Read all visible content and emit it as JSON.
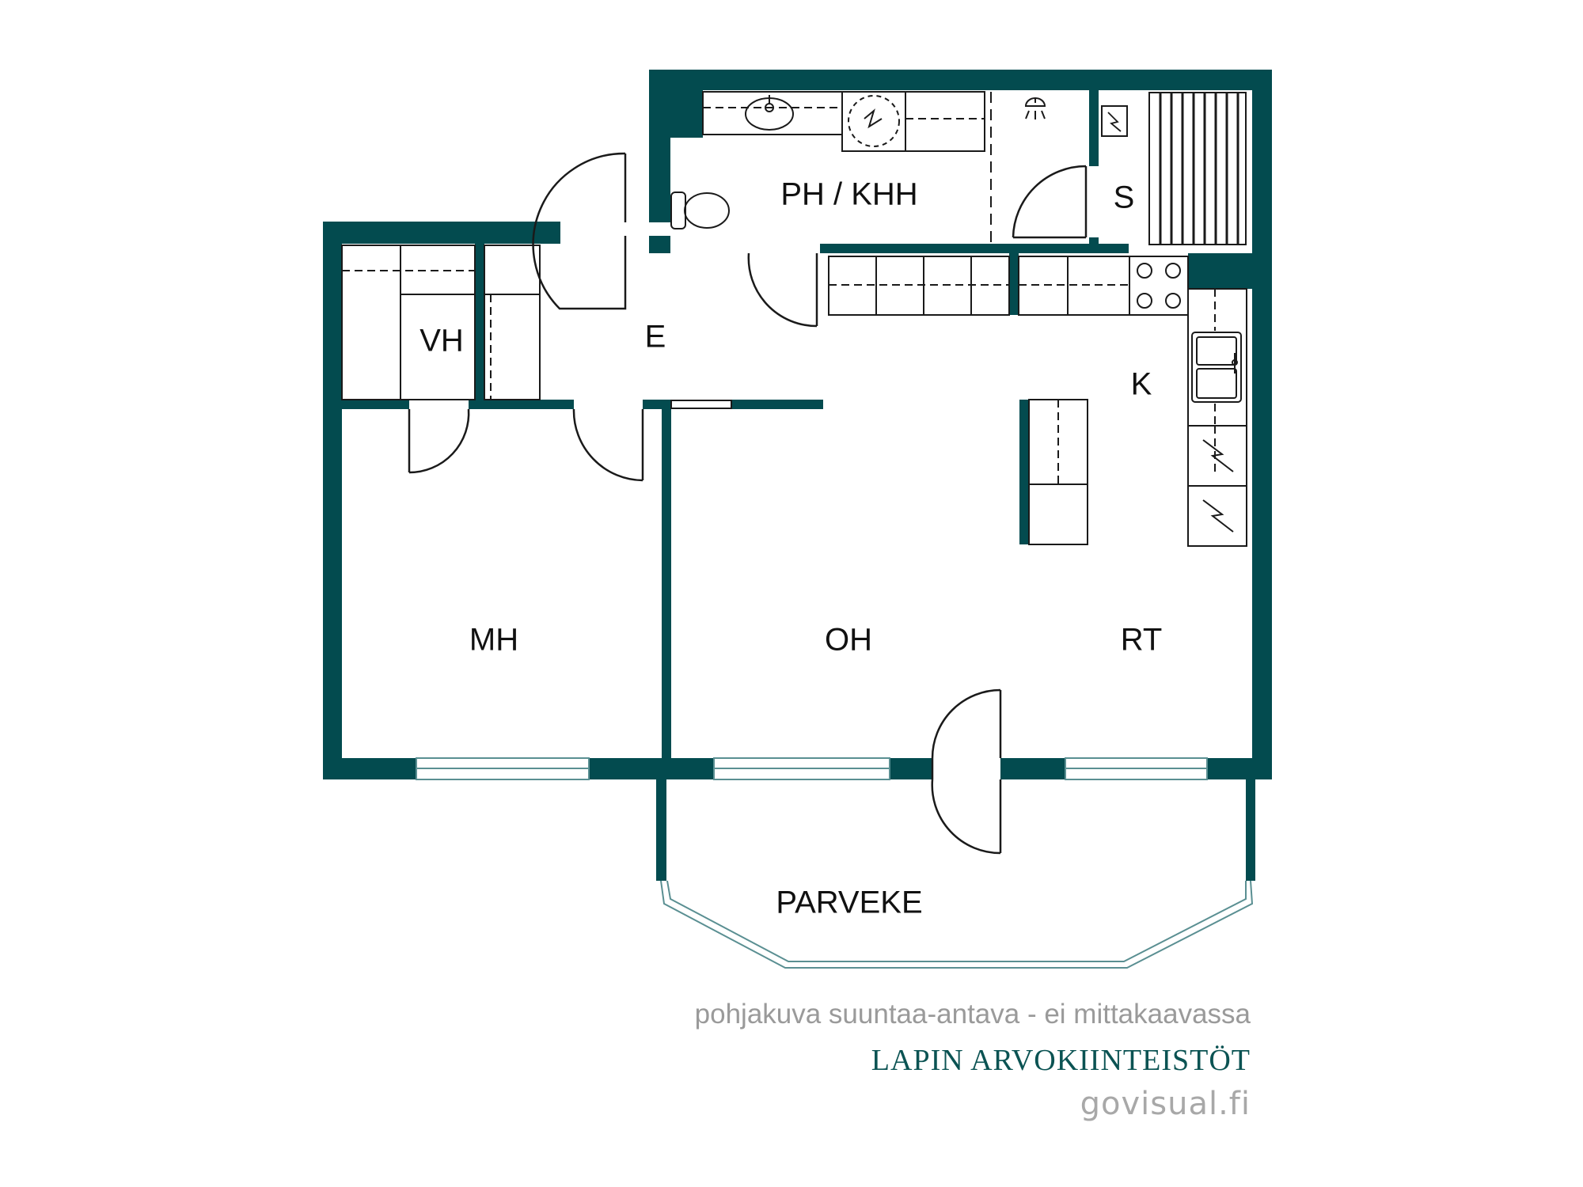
{
  "colors": {
    "wall": "#034b4f",
    "line": "#1a1a1a",
    "glass": "#5a8f92",
    "caption_gray": "#9a9a9a",
    "brand": "#0b5353"
  },
  "rooms": {
    "ph_khh": "PH / KHH",
    "s": "S",
    "vh": "VH",
    "e": "E",
    "k": "K",
    "mh": "MH",
    "oh": "OH",
    "rt": "RT",
    "parveke": "PARVEKE"
  },
  "icons": [
    "sink-icon",
    "toilet-icon",
    "washing-machine-icon",
    "shower-icon",
    "sauna-stove-icon",
    "stove-icon",
    "kitchen-sink-icon",
    "dishwasher-icon",
    "fridge-icon"
  ],
  "footer": {
    "note": "pohjakuva suuntaa-antava - ei mittakaavassa",
    "brand": "LAPIN ARVOKIINTEISTÖT",
    "site": "govisual.fi"
  }
}
